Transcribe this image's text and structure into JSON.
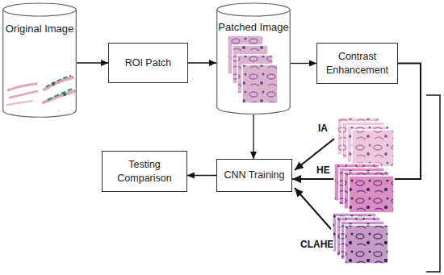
{
  "diagram": {
    "nodes": [
      {
        "text": [
          "Original Image"
        ]
      },
      {
        "text": [
          "ROI Patch"
        ]
      },
      {
        "text": [
          "Patched Image"
        ]
      },
      {
        "text": [
          "Contrast Enhancement"
        ]
      },
      {
        "text": [
          "Testing Comparison"
        ]
      },
      {
        "text": [
          "CNN Training"
        ]
      }
    ],
    "edges": [
      {
        "from": 0,
        "to": 1,
        "arrow": "to"
      },
      {
        "from": 1,
        "to": 2,
        "arrow": "to"
      },
      {
        "from": 2,
        "to": 3,
        "arrow": "to"
      },
      {
        "from": 2,
        "to": 5,
        "arrow": "to"
      },
      {
        "from": 3,
        "to": 5,
        "arrow": "to"
      },
      {
        "from": 5,
        "to": 4,
        "arrow": "to"
      }
    ],
    "labels": [
      "IA",
      "HE",
      "CLAHE"
    ]
  }
}
